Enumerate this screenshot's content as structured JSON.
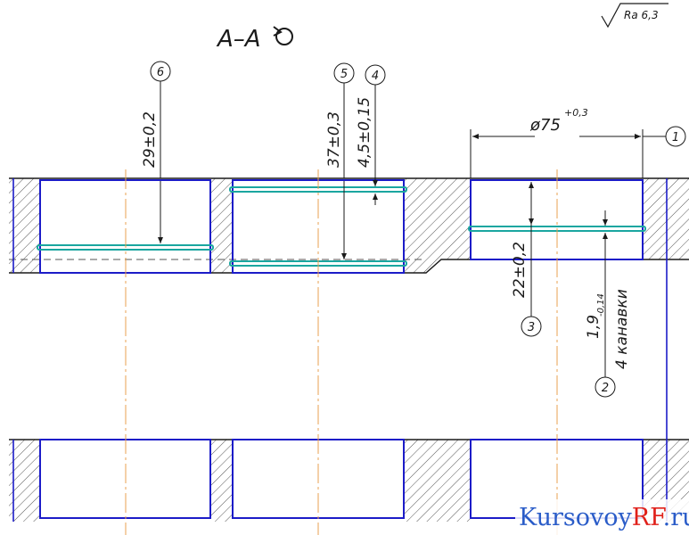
{
  "section_title": "А–А",
  "roughness": "Ra 6,3",
  "callouts": {
    "c1": "1",
    "c2": "2",
    "c3": "3",
    "c4": "4",
    "c5": "5",
    "c6": "6"
  },
  "dimensions": {
    "dim_29": "29±0,2",
    "dim_37": "37±0,3",
    "dim_4_5": "4,5±0,15",
    "dim_75_base": "ø75",
    "dim_75_tol": "+0,3",
    "dim_22": "22±0,2",
    "dim_1_9_base": "1,9",
    "dim_1_9_tol": "-0,14",
    "grooves_note": "4 канавки"
  },
  "watermark": {
    "part1": "Kursovoy",
    "part2": "RF",
    "part3": ".ru"
  },
  "colors": {
    "outline": "#1c1cc8",
    "groove": "#1aa6a0",
    "axis": "#e8a050",
    "line": "#1a1a1a",
    "watermark_blue": "#2a5cc8",
    "watermark_red": "#e0201a"
  }
}
